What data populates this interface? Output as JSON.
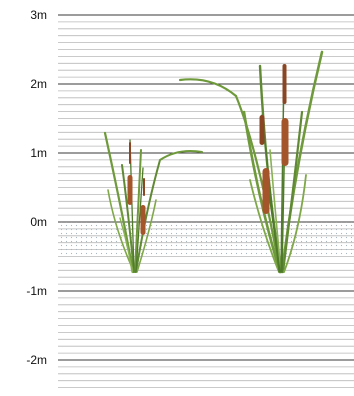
{
  "depth_scale": {
    "unit": "m",
    "ticks": [
      {
        "label": "3m",
        "value": 3
      },
      {
        "label": "2m",
        "value": 2
      },
      {
        "label": "1m",
        "value": 1
      },
      {
        "label": "0m",
        "value": 0
      },
      {
        "label": "-1m",
        "value": -1
      },
      {
        "label": "-2m",
        "value": -2
      }
    ]
  },
  "water_zone": {
    "from": 0,
    "to": -0.5
  },
  "colors": {
    "major_line": "#3a3a3a",
    "minor_line": "#b8b8b8",
    "water_dots": "#aab6bf",
    "leaf": "#6f9a3c",
    "leaf_dark": "#4f7a2a",
    "seed_head": "#a5552a",
    "seed_head_dark": "#7c3e1c"
  },
  "plants": [
    {
      "name": "small-cattail-clump",
      "base_depth": -0.7,
      "top_height": 1.3
    },
    {
      "name": "large-cattail-clump",
      "base_depth": -0.7,
      "top_height": 2.4
    }
  ]
}
